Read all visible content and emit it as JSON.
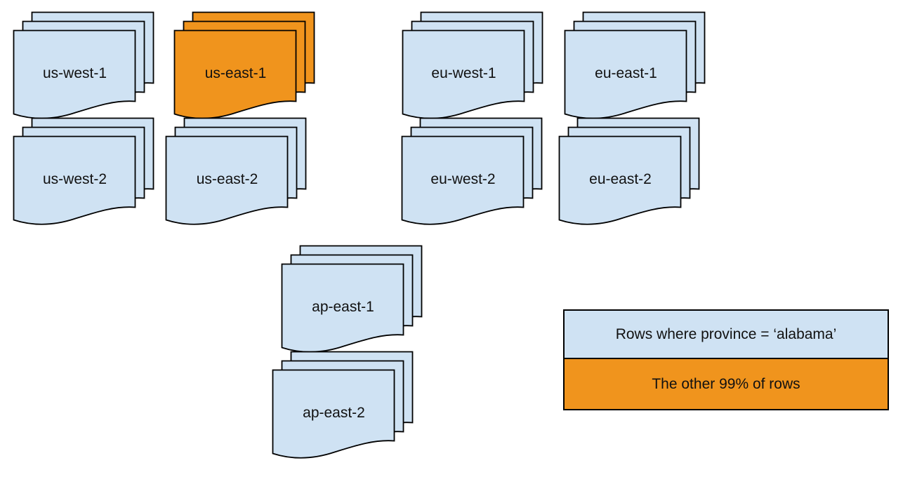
{
  "colors": {
    "partition_fill": "#CFE2F3",
    "highlight_fill": "#F0941D",
    "outline": "#000000",
    "text": "#111111",
    "background": "#FFFFFF"
  },
  "regions": [
    {
      "label": "us-west-1",
      "style": "partition"
    },
    {
      "label": "us-east-1",
      "style": "highlight"
    },
    {
      "label": "eu-west-1",
      "style": "partition"
    },
    {
      "label": "eu-east-1",
      "style": "partition"
    },
    {
      "label": "us-west-2",
      "style": "partition"
    },
    {
      "label": "us-east-2",
      "style": "partition"
    },
    {
      "label": "eu-west-2",
      "style": "partition"
    },
    {
      "label": "eu-east-2",
      "style": "partition"
    },
    {
      "label": "ap-east-1",
      "style": "partition"
    },
    {
      "label": "ap-east-2",
      "style": "partition"
    }
  ],
  "legend": {
    "items": [
      {
        "label": "Rows where province = ‘alabama’",
        "style": "partition"
      },
      {
        "label": "The other 99% of rows",
        "style": "highlight"
      }
    ]
  }
}
